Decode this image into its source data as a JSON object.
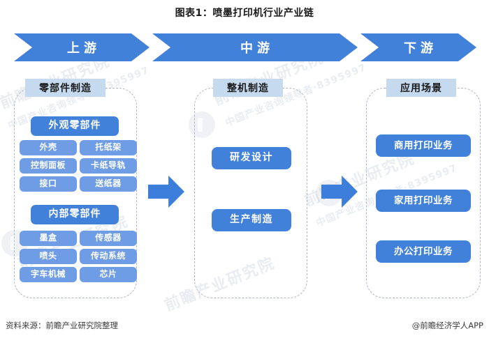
{
  "title": "图表1：喷墨打印机行业产业链",
  "banners": [
    {
      "label": "上游"
    },
    {
      "label": "中游"
    },
    {
      "label": "下游"
    }
  ],
  "watermarks": {
    "brand_text": "前瞻产业研究院",
    "sub_text": "中国产业咨询领导者·8395997",
    "logo_name": "qianzhan-logo-watermark"
  },
  "upstream": {
    "header": "零部件制造",
    "groups": [
      {
        "title": "外观零部件",
        "items": [
          [
            "外壳",
            "托纸架"
          ],
          [
            "控制面板",
            "卡纸导轨"
          ],
          [
            "接口",
            "送纸器"
          ]
        ]
      },
      {
        "title": "内部零部件",
        "items": [
          [
            "墨盒",
            "传感器"
          ],
          [
            "喷头",
            "传动系统"
          ],
          [
            "字车机械",
            "芯片"
          ]
        ]
      }
    ]
  },
  "midstream": {
    "header": "整机制造",
    "items": [
      "研发设计",
      "生产制造"
    ]
  },
  "downstream": {
    "header": "应用场景",
    "items": [
      "商用打印业务",
      "家用打印业务",
      "办公打印业务"
    ]
  },
  "arrows": [
    {
      "name": "arrow-upstream-to-midstream"
    },
    {
      "name": "arrow-midstream-to-downstream"
    }
  ],
  "footer": {
    "source": "资料来源：前瞻产业研究院整理",
    "credit": "@前瞻经济学人APP"
  },
  "colors": {
    "banner_blue": "#4281DA",
    "box_blue": "#4281DA",
    "leaf_blue": "#6E9DE5",
    "header_chip": "#C5D9EF",
    "panel_dash": "#AEB6C4",
    "arrow_blue": "#3D7EDB"
  }
}
